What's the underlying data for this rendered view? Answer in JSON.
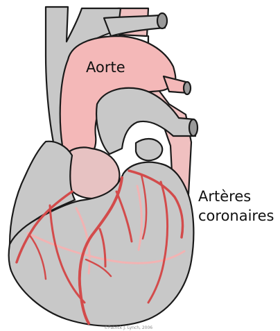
{
  "labels": {
    "aorte": "Aorte",
    "arteres_line1": "Artères",
    "arteres_line2": "coronaires"
  },
  "credit": "©Patrick J. Lynch, 2006",
  "colors": {
    "tissue": "#c8c8c8",
    "tissue_dark": "#9a9a9a",
    "aorta": "#f4b8b8",
    "aorta_back": "#f0c0c0",
    "root": "#e7c2c2",
    "coronary": "#d34b4b",
    "coronary_faded": "#f2b3b3",
    "outline": "#1a1a1a"
  }
}
